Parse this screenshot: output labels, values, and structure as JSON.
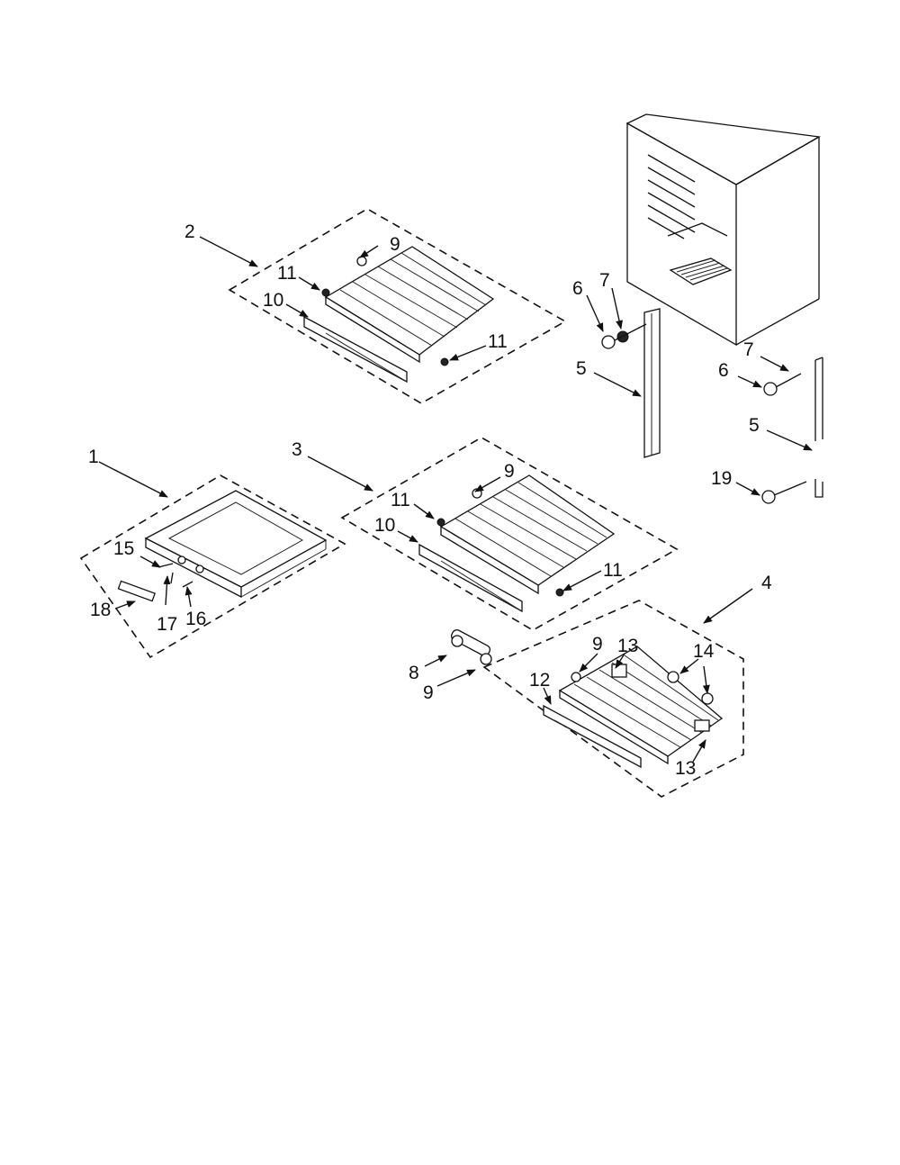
{
  "callouts": {
    "c1": "1",
    "c2": "2",
    "c3": "3",
    "c4": "4",
    "c5a": "5",
    "c5b": "5",
    "c6a": "6",
    "c6b": "6",
    "c7a": "7",
    "c7b": "7",
    "c8": "8",
    "c9a": "9",
    "c9b": "9",
    "c9c": "9",
    "c9d": "9",
    "c10a": "10",
    "c10b": "10",
    "c11a": "11",
    "c11b": "11",
    "c11c": "11",
    "c11d": "11",
    "c12": "12",
    "c13a": "13",
    "c13b": "13",
    "c14": "14",
    "c15": "15",
    "c16": "16",
    "c17": "17",
    "c18": "18",
    "c19": "19"
  },
  "colors": {
    "ink": "#111111",
    "paper": "#ffffff"
  }
}
